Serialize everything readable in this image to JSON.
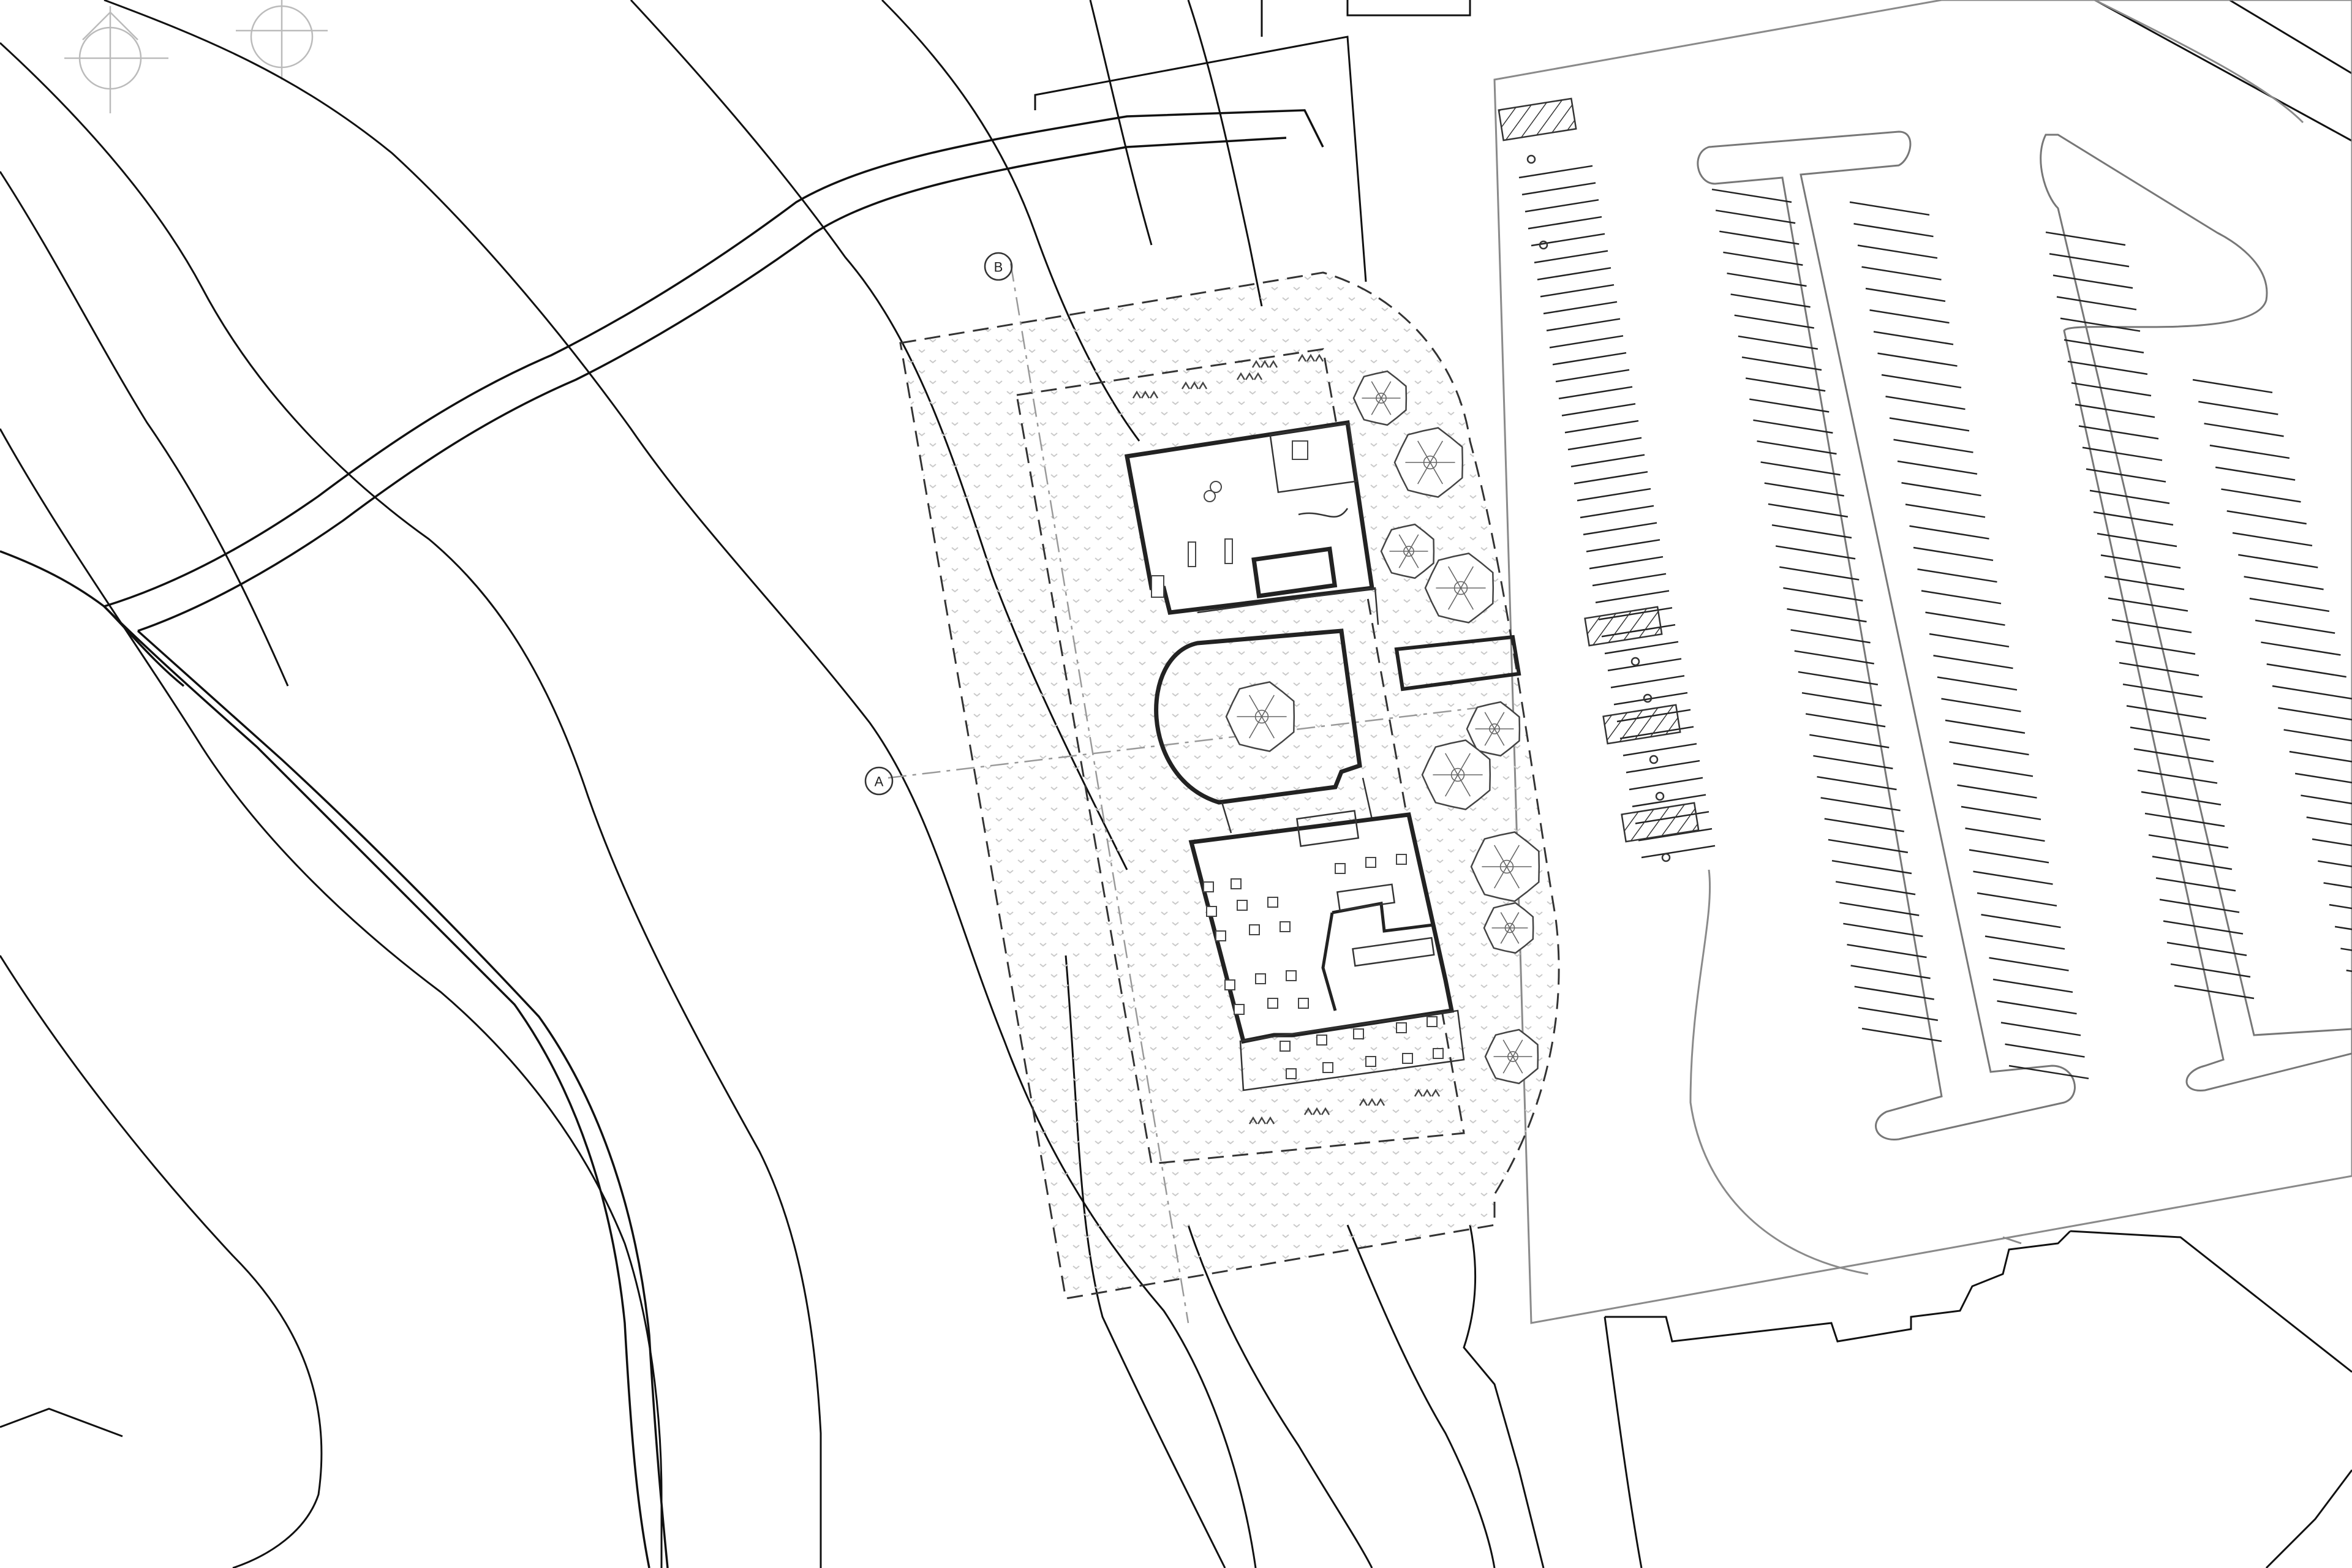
{
  "drawing": {
    "section_markers": {
      "a": "A",
      "b": "B"
    },
    "layers": {
      "contours": "contour-lines",
      "road": "access-road",
      "parking": "parking-lot",
      "site": "building-site",
      "building": "floor-plan",
      "vegetation": "trees-and-shrubs"
    },
    "colors": {
      "linework": "#111111",
      "secondary": "#8a8a8a",
      "background": "#ffffff"
    },
    "icons": [
      "north-arrow-icon",
      "section-marker-icon",
      "tree-icon",
      "shrub-icon",
      "accessible-parking-icon"
    ]
  }
}
